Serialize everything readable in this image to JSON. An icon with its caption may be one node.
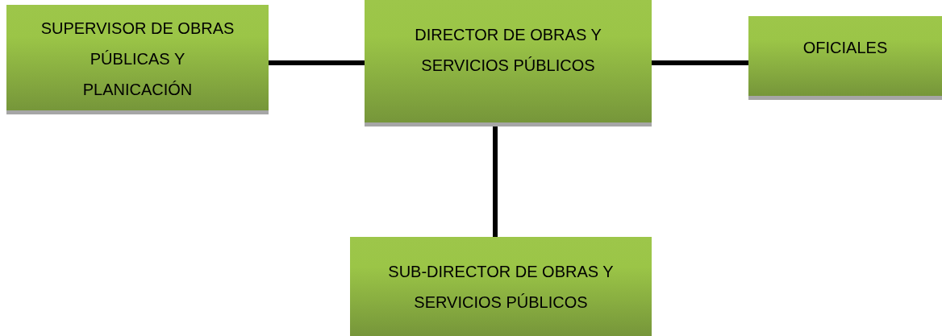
{
  "diagram": {
    "nodes": [
      {
        "text": [
          "SUPERVISOR DE OBRAS PÚBLICAS Y PLANICACIÓN"
        ]
      },
      {
        "text": [
          "DIRECTOR DE OBRAS Y SERVICIOS PÚBLICOS"
        ]
      },
      {
        "text": [
          "OFICIALES"
        ]
      },
      {
        "text": [
          "SUB-DIRECTOR DE OBRAS Y SERVICIOS PÚBLICOS"
        ]
      }
    ],
    "edges": [
      {
        "from": 1,
        "to": 0,
        "arrow": "none"
      },
      {
        "from": 1,
        "to": 2,
        "arrow": "none"
      },
      {
        "from": 1,
        "to": 3,
        "arrow": "none"
      }
    ]
  }
}
